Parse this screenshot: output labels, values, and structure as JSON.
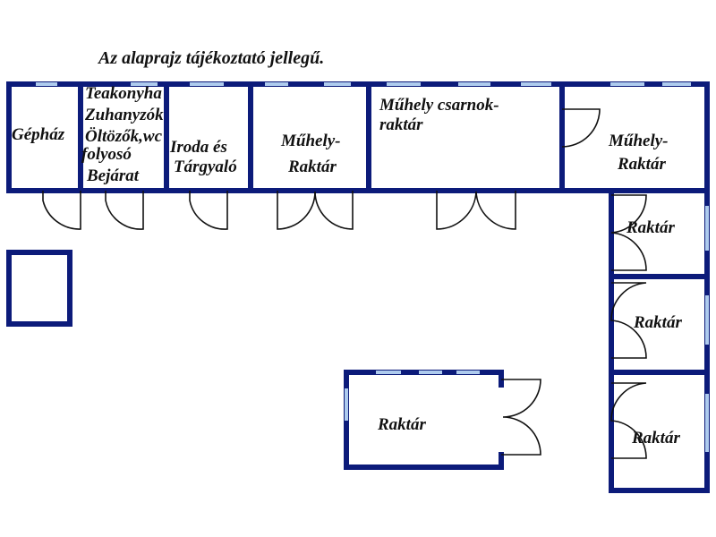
{
  "note": "Az alaprajz tájékoztató jellegű.",
  "rooms": {
    "gephaz": "Gépház",
    "teakonyha": "Teakonyha",
    "zuhanyzok": "Zuhanyzók",
    "oltozok": "Öltözők,wc",
    "folyoso": "folyosó",
    "bejarat": "Bejárat",
    "iroda": "Iroda és",
    "targyalo": "Tárgyaló",
    "muhely1_line1": "Műhely-",
    "muhely1_line2": "Raktár",
    "csarnok_line1": "Műhely csarnok-",
    "csarnok_line2": "raktár",
    "muhely2_line1": "Műhely-",
    "muhely2_line2": "Raktár",
    "raktar_a": "Raktár",
    "raktar_b": "Raktár",
    "raktar_c": "Raktár",
    "raktar_d": "Raktár"
  },
  "colors": {
    "wall": "#0c1b7a",
    "window": "#aecbee",
    "door": "#111111"
  }
}
